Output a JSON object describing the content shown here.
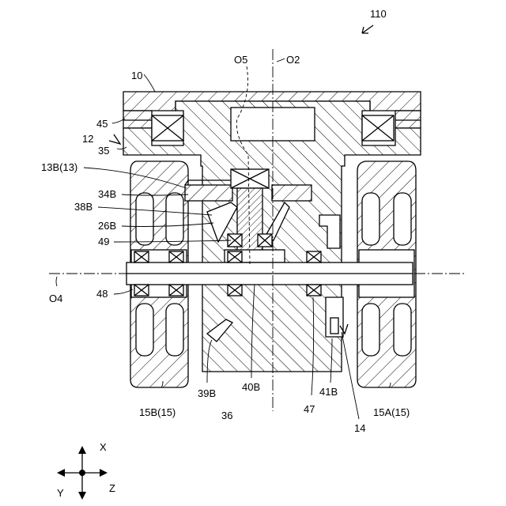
{
  "figure_id": "110",
  "labels": {
    "housing": "10",
    "bearing_45": "45",
    "part_12": "12",
    "part_35": "35",
    "axis_o5": "O5",
    "axis_o2": "O2",
    "part_13b": "13B(13)",
    "part_34b": "34B",
    "part_38b": "38B",
    "part_26b": "26B",
    "part_49": "49",
    "axis_o4": "O4",
    "part_48": "48",
    "part_39b": "39B",
    "part_40b": "40B",
    "part_36": "36",
    "part_47": "47",
    "part_41b": "41B",
    "part_14": "14",
    "wheel_15b": "15B(15)",
    "wheel_15a": "15A(15)"
  },
  "axes_legend": {
    "x": "X",
    "y": "Y",
    "z": "Z"
  }
}
